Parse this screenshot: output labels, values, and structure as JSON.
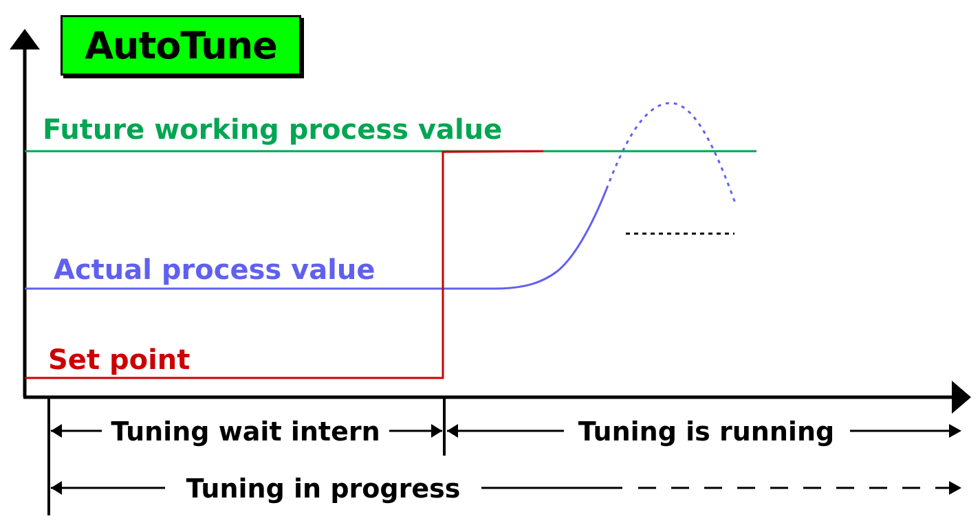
{
  "title": "AutoTune",
  "labels": {
    "future_working_process_value": "Future working process value",
    "actual_process_value": "Actual process value",
    "set_point": "Set point",
    "tuning_wait_intern": "Tuning wait intern",
    "tuning_is_running": "Tuning is running",
    "tuning_in_progress": "Tuning in progress"
  },
  "colors": {
    "title_box": "#00ff00",
    "future_line": "#00a651",
    "actual_line": "#6060f0",
    "set_point_line": "#cc0000",
    "axes": "#000000"
  }
}
